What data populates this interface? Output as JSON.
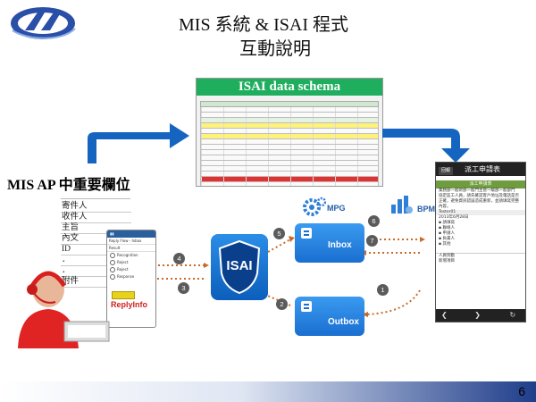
{
  "slide": {
    "title_line1": "MIS 系統 & ISAI 程式",
    "title_line2": "互動說明",
    "schema_title": "ISAI data schema",
    "mis_label": "MIS AP 中重要欄位",
    "page_number": "6"
  },
  "form_fields": [
    "寄件人",
    "收件人",
    "主旨",
    "內文",
    "ID",
    "．",
    "．",
    "附件"
  ],
  "phone": {
    "brand": "ReplyInfo",
    "rows": [
      "Reply Flow - Inbox",
      "Result"
    ],
    "options": [
      "Recognition",
      "Reject",
      "Reject",
      "Response"
    ]
  },
  "center": {
    "isai": "ISAI",
    "inbox": "Inbox",
    "outbox": "Outbox",
    "mpg": "MPG",
    "bpm": "BPM"
  },
  "steps": [
    "1",
    "2",
    "3",
    "4",
    "5",
    "6",
    "7"
  ],
  "right_phone": {
    "back": "回報",
    "title": "派工申請表",
    "section": "派工申請表",
    "lines": [
      "業務部一般財部一般門主管一級部一般部門",
      "協定區工人員，請先確認客戶地址及電話是否正確，避免資訊錯誤造成重新，並請填寫完整內容。",
      "Tester01",
      "2013年6月28日",
      "▪ 請填寫",
      "▪ 聯絡人",
      "▪ 申請人",
      "▪ 負責人",
      "▪ 其他"
    ],
    "section2": "人員到勤",
    "section3": "新增項目"
  },
  "colors": {
    "schema_green": "#1fae5e",
    "tile_blue": "#1a6fd0",
    "arrow_blue": "#1565c0",
    "footer_dark": "#1f3d8a"
  }
}
